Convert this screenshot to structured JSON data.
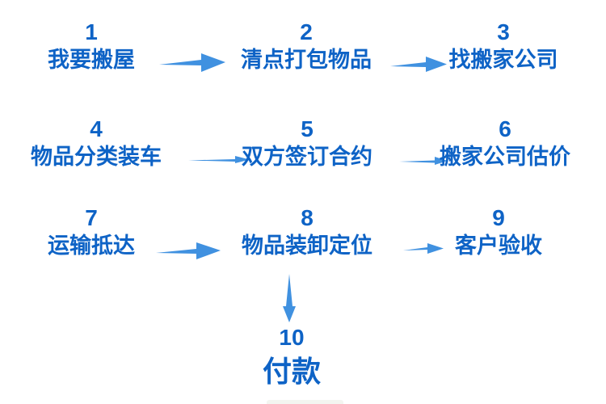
{
  "flow": {
    "title": "moving-house-process-flow",
    "colors": {
      "text": "#0e63c6",
      "arrow": "#4091e0",
      "background": "#ffffff"
    },
    "steps": [
      {
        "number": "1",
        "label": "我要搬屋"
      },
      {
        "number": "2",
        "label": "清点打包物品"
      },
      {
        "number": "3",
        "label": "找搬家公司"
      },
      {
        "number": "4",
        "label": "物品分类装车"
      },
      {
        "number": "5",
        "label": "双方签订合约"
      },
      {
        "number": "6",
        "label": "搬家公司估价"
      },
      {
        "number": "7",
        "label": "运输抵达"
      },
      {
        "number": "8",
        "label": "物品装卸定位"
      },
      {
        "number": "9",
        "label": "客户验收"
      },
      {
        "number": "10",
        "label": "付款"
      }
    ],
    "connections": [
      "1→2",
      "2→3",
      "4→5",
      "5→6",
      "7→8",
      "8→9",
      "8→10"
    ]
  }
}
